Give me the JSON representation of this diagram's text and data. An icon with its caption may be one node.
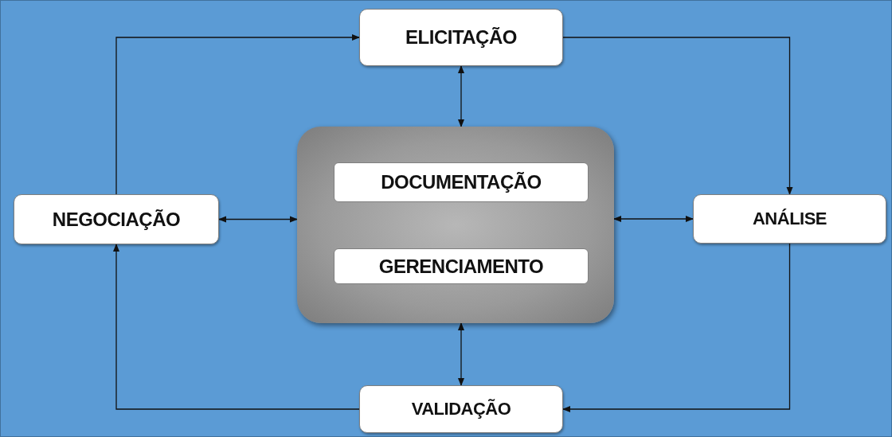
{
  "diagram": {
    "nodes": [
      {
        "text": [
          "ELICITAÇÃO"
        ]
      },
      {
        "text": [
          "NEGOCIAÇÃO"
        ]
      },
      {
        "text": [],
        "shape": "box"
      },
      {
        "text": [
          "DOCUMENTAÇÃO"
        ],
        "in": 2
      },
      {
        "text": [
          "GERENCIAMENTO"
        ],
        "in": 2
      },
      {
        "text": [
          "ANÁLISE"
        ]
      },
      {
        "text": [
          "VALIDAÇÃO"
        ]
      }
    ],
    "edges": [
      {
        "from": 1,
        "to": 0,
        "arrow": "to"
      },
      {
        "from": 0,
        "to": 5,
        "arrow": "to"
      },
      {
        "from": 5,
        "to": 6,
        "arrow": "to"
      },
      {
        "from": 6,
        "to": 1,
        "arrow": "to"
      },
      {
        "from": 0,
        "to": 2,
        "arrow": "both"
      },
      {
        "from": 1,
        "to": 2,
        "arrow": "both"
      },
      {
        "from": 2,
        "to": 5,
        "arrow": "both"
      },
      {
        "from": 2,
        "to": 6,
        "arrow": "both"
      }
    ]
  }
}
